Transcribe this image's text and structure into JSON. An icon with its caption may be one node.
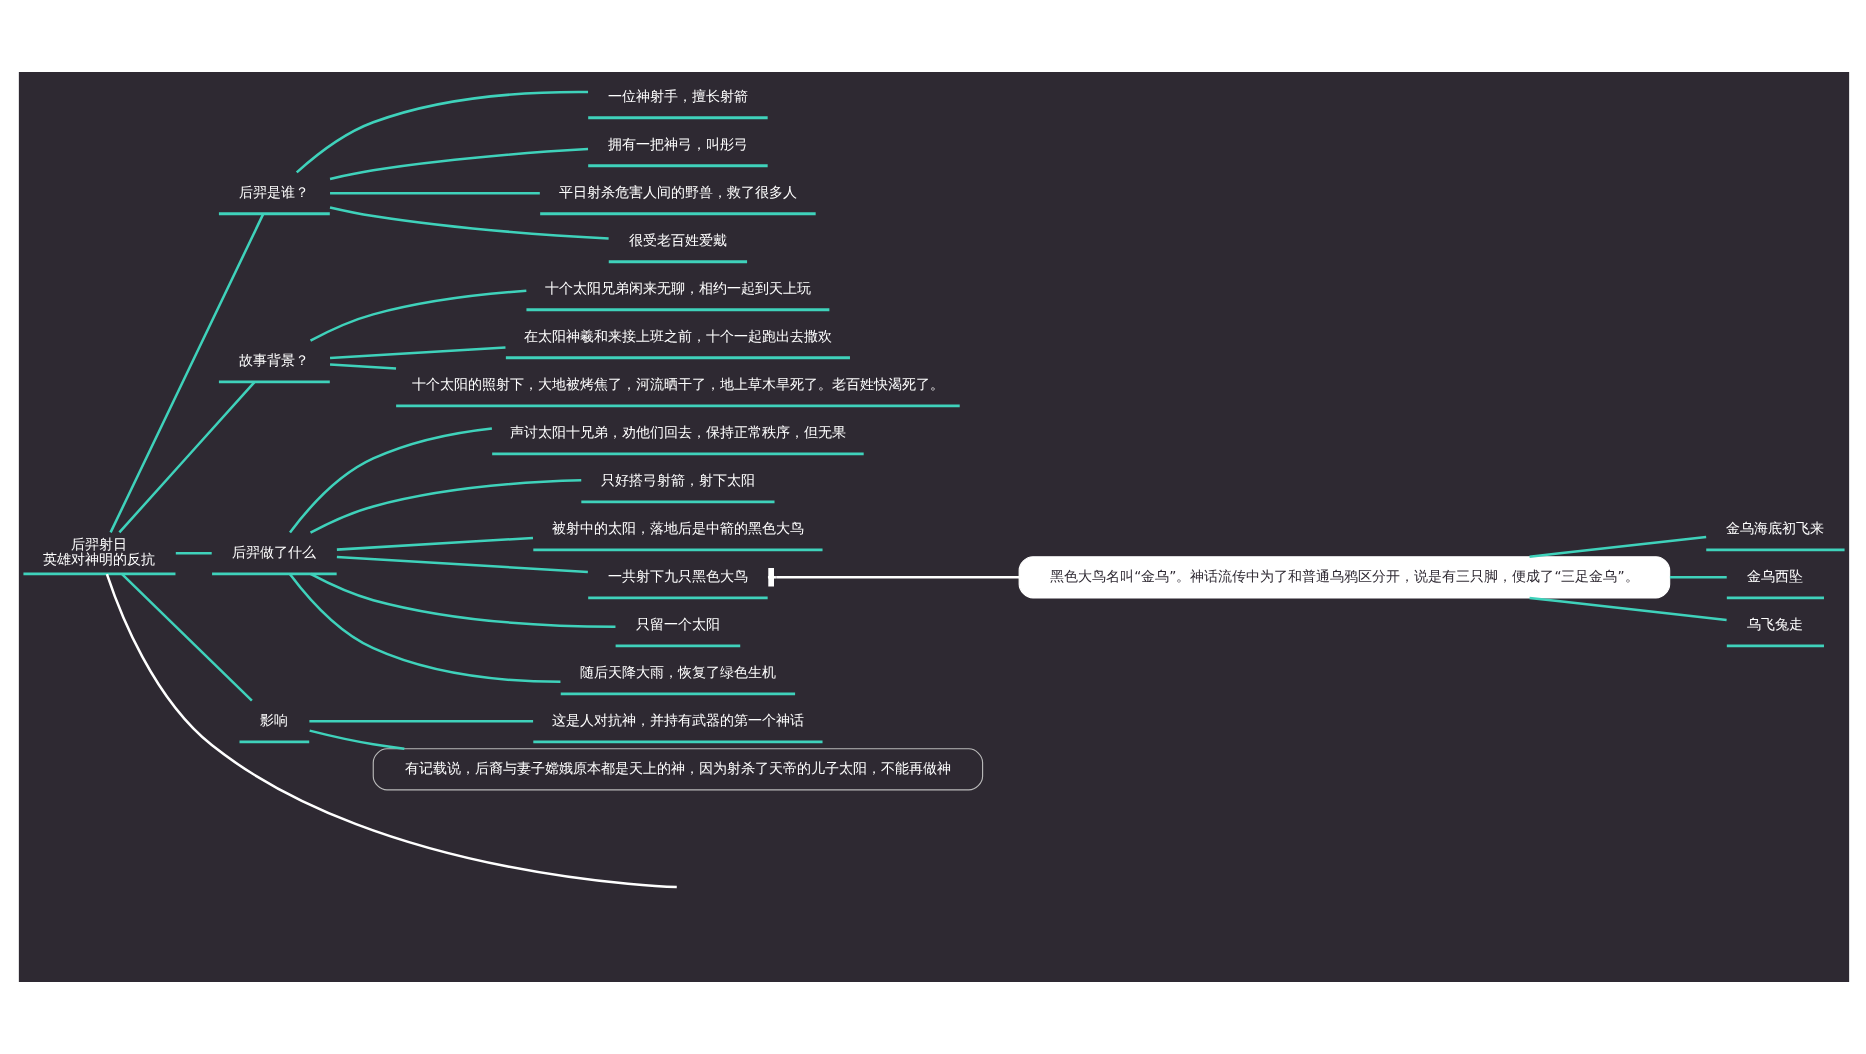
{
  "diagram": {
    "nodes": [
      {
        "text": [
          "后羿射日",
          "英雄对神明的反抗"
        ]
      },
      {
        "text": [
          "后羿是谁？"
        ]
      },
      {
        "text": [
          "一位神射手，擅长射箭"
        ]
      },
      {
        "text": [
          "拥有一把神弓，叫彤弓"
        ]
      },
      {
        "text": [
          "平日射杀危害人间的野兽，救了很多人"
        ]
      },
      {
        "text": [
          "很受老百姓爱戴"
        ]
      },
      {
        "text": [
          "故事背景？"
        ]
      },
      {
        "text": [
          "十个太阳兄弟闲来无聊，相约一起到天上玩"
        ]
      },
      {
        "text": [
          "在太阳神羲和来接上班之前，十个一起跑出去撒欢"
        ]
      },
      {
        "text": [
          "十个太阳的照射下，大地被烤焦了，河流晒干了，地上草木旱死了。老百姓快渴死了。"
        ]
      },
      {
        "text": [
          "后羿做了什么"
        ]
      },
      {
        "text": [
          "声讨太阳十兄弟，劝他们回去，保持正常秩序，但无果"
        ]
      },
      {
        "text": [
          "只好搭弓射箭，射下太阳"
        ]
      },
      {
        "text": [
          "被射中的太阳，落地后是中箭的黑色大鸟"
        ]
      },
      {
        "text": [
          "一共射下九只黑色大鸟"
        ]
      },
      {
        "text": [
          "黑色大鸟名叫“金乌”。神话流传中为了和普通乌鸦区分开，说是有三只脚，便成了“三足金乌”。"
        ]
      },
      {
        "text": [
          "金乌海底初飞来"
        ]
      },
      {
        "text": [
          "金乌西坠"
        ]
      },
      {
        "text": [
          "乌飞兔走"
        ]
      },
      {
        "text": [
          "只留一个太阳"
        ]
      },
      {
        "text": [
          "随后天降大雨，恢复了绿色生机"
        ]
      },
      {
        "text": [
          "影响"
        ]
      },
      {
        "text": [
          "这是人对抗神，并持有武器的第一个神话"
        ]
      },
      {
        "text": [
          "有记载说，后裔与妻子嫦娥原本都是天上的神，因为射杀了天帝的儿子太阳，不能再做神"
        ]
      }
    ],
    "edges": [
      {
        "from": 0,
        "to": 1,
        "arrow": "none"
      },
      {
        "from": 1,
        "to": 2,
        "arrow": "none"
      },
      {
        "from": 1,
        "to": 3,
        "arrow": "none"
      },
      {
        "from": 1,
        "to": 4,
        "arrow": "none"
      },
      {
        "from": 1,
        "to": 5,
        "arrow": "none"
      },
      {
        "from": 0,
        "to": 6,
        "arrow": "none"
      },
      {
        "from": 6,
        "to": 7,
        "arrow": "none"
      },
      {
        "from": 6,
        "to": 8,
        "arrow": "none"
      },
      {
        "from": 6,
        "to": 9,
        "arrow": "none"
      },
      {
        "from": 0,
        "to": 10,
        "arrow": "none"
      },
      {
        "from": 10,
        "to": 11,
        "arrow": "none"
      },
      {
        "from": 10,
        "to": 12,
        "arrow": "none"
      },
      {
        "from": 10,
        "to": 13,
        "arrow": "none"
      },
      {
        "from": 10,
        "to": 14,
        "arrow": "none"
      },
      {
        "from": 14,
        "to": 15,
        "arrow": "other",
        "color": "#ffffff"
      },
      {
        "from": 15,
        "to": 16,
        "arrow": "none"
      },
      {
        "from": 15,
        "to": 17,
        "arrow": "none"
      },
      {
        "from": 15,
        "to": 18,
        "arrow": "none"
      },
      {
        "from": 10,
        "to": 19,
        "arrow": "none"
      },
      {
        "from": 10,
        "to": 20,
        "arrow": "none"
      },
      {
        "from": 0,
        "to": 21,
        "arrow": "none"
      },
      {
        "from": 21,
        "to": 22,
        "arrow": "none"
      },
      {
        "from": 21,
        "to": 23,
        "arrow": "none"
      },
      {
        "from": 0,
        "to": null,
        "arrow": "none",
        "color": "#ffffff"
      }
    ]
  }
}
